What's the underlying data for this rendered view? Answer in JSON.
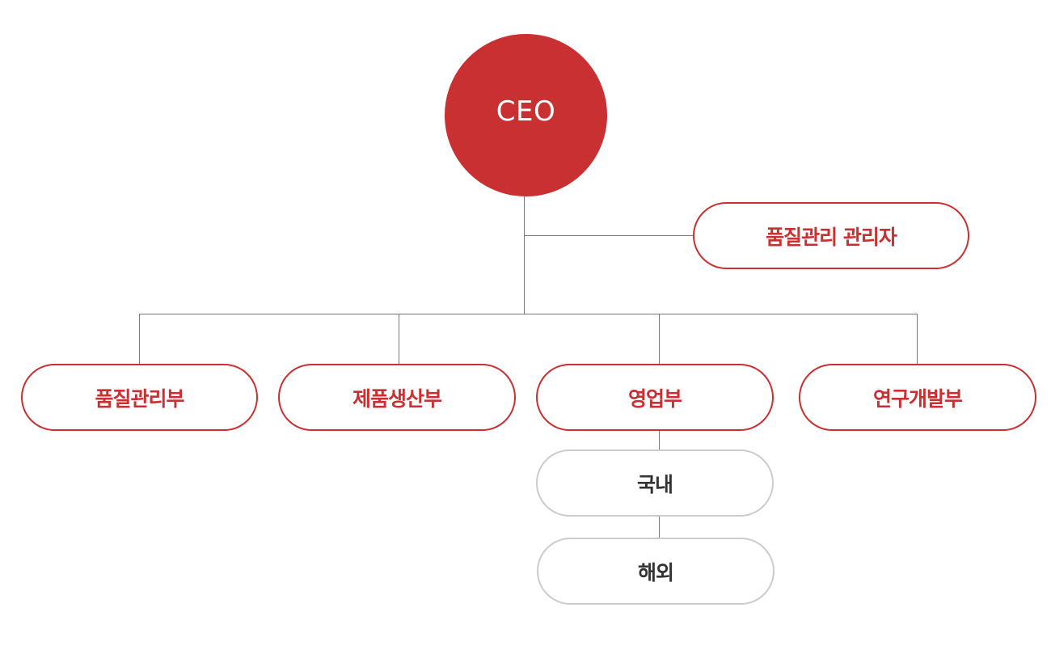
{
  "org_chart": {
    "ceo": "CEO",
    "assistant": "품질관리 관리자",
    "departments": [
      "품질관리부",
      "제품생산부",
      "영업부",
      "연구개발부"
    ],
    "sales_sub_units": [
      "국내",
      "해외"
    ]
  },
  "colors": {
    "accent": "#c93031",
    "connector": "#777777",
    "sub_unit_border": "#cccccc",
    "sub_unit_text": "#333333"
  }
}
